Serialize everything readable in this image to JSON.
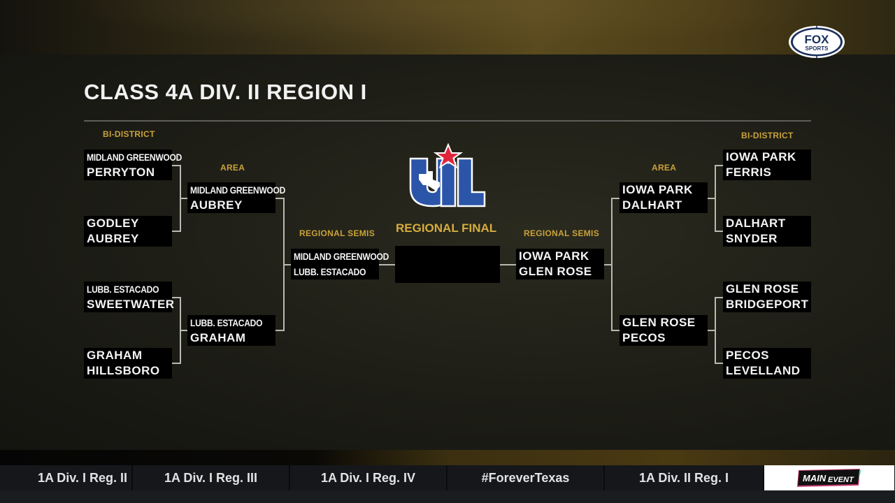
{
  "broadcast": {
    "network_logo": "FOX SPORTS",
    "network_logo_top": "FOX",
    "network_logo_bottom": "SPORTS"
  },
  "bracket": {
    "title": "CLASS 4A DIV. II REGION I",
    "rounds": {
      "bi_district": "BI-DISTRICT",
      "area": "AREA",
      "regional_semis": "REGIONAL SEMIS",
      "regional_final": "REGIONAL FINAL"
    },
    "logo": "UIL",
    "left": {
      "bi_district": [
        {
          "team1": "MIDLAND GREENWOOD",
          "team2": "PERRYTON"
        },
        {
          "team1": "GODLEY",
          "team2": "AUBREY"
        },
        {
          "team1": "LUBB. ESTACADO",
          "team2": "SWEETWATER"
        },
        {
          "team1": "GRAHAM",
          "team2": "HILLSBORO"
        }
      ],
      "area": [
        {
          "team1": "MIDLAND GREENWOOD",
          "team2": "AUBREY"
        },
        {
          "team1": "LUBB. ESTACADO",
          "team2": "GRAHAM"
        }
      ],
      "regional_semis": {
        "team1": "MIDLAND GREENWOOD",
        "team2": "LUBB. ESTACADO"
      }
    },
    "right": {
      "bi_district": [
        {
          "team1": "IOWA PARK",
          "team2": "FERRIS"
        },
        {
          "team1": "DALHART",
          "team2": "SNYDER"
        },
        {
          "team1": "GLEN ROSE",
          "team2": "BRIDGEPORT"
        },
        {
          "team1": "PECOS",
          "team2": "LEVELLAND"
        }
      ],
      "area": [
        {
          "team1": "IOWA PARK",
          "team2": "DALHART"
        },
        {
          "team1": "GLEN ROSE",
          "team2": "PECOS"
        }
      ],
      "regional_semis": {
        "team1": "IOWA PARK",
        "team2": "GLEN ROSE"
      }
    },
    "regional_final": {
      "team1": "",
      "team2": ""
    }
  },
  "ticker": {
    "items": [
      {
        "label": "1A Div. I Reg. II"
      },
      {
        "label": "1A Div. I Reg. III"
      },
      {
        "label": "1A Div. I Reg. IV"
      },
      {
        "label": "#ForeverTexas"
      },
      {
        "label": "1A Div. II Reg. I"
      }
    ],
    "sponsor": {
      "main": "MAIN",
      "event": "EVENT"
    }
  },
  "colors": {
    "accent_gold": "#c9a23a",
    "title_white": "#f2f2f2",
    "box_black": "#000000",
    "uil_blue": "#2b55a8",
    "uil_red": "#e0263a",
    "fox_navy": "#1b2f5e"
  }
}
